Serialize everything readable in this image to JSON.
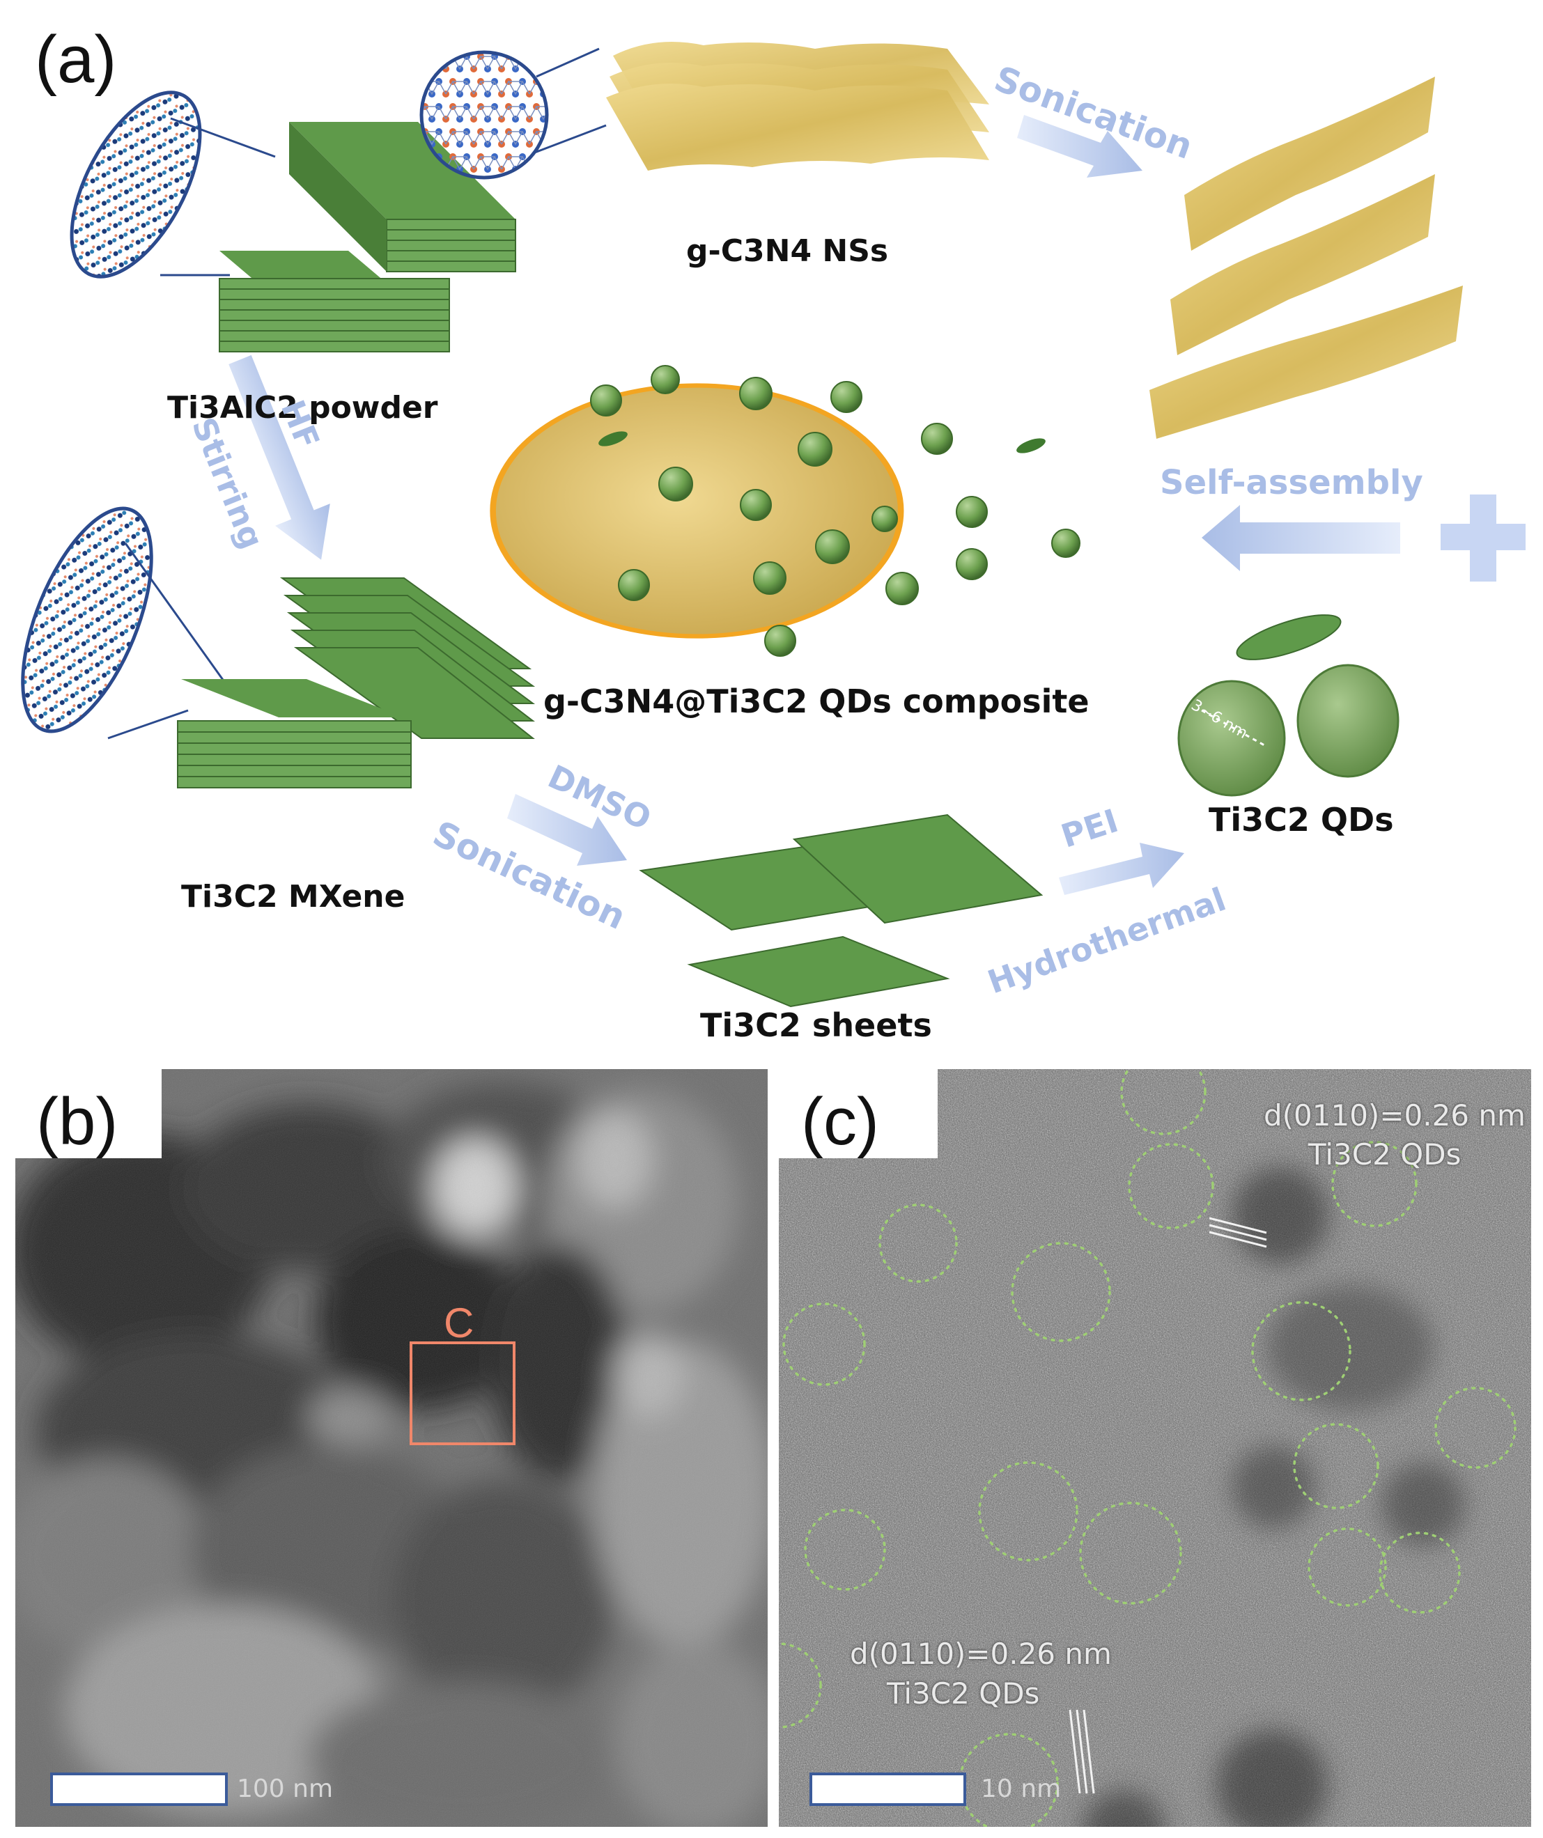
{
  "panel_a": {
    "letter": "(a)",
    "labels": {
      "ti3alc2": "Ti3AlC2 powder",
      "gc3n4": "g-C3N4 NSs",
      "mxene": "Ti3C2 MXene",
      "composite": "g-C3N4@Ti3C2 QDs composite",
      "qds": "Ti3C2 QDs",
      "sheets": "Ti3C2 sheets",
      "qd_size": "3~6 nm"
    },
    "process": {
      "sonication_top": "Sonication",
      "hf": "HF",
      "stirring": "Stirring",
      "self_assembly": "Self-assembly",
      "dmso": "DMSO",
      "sonication_bottom": "Sonication",
      "pei": "PEI",
      "hydrothermal": "Hydrothermal"
    },
    "colors": {
      "green": "#5f9a4a",
      "gold": "#e2c873",
      "arrow": "#b8c9ee",
      "process_text": "#a9bde6"
    }
  },
  "panel_b": {
    "letter": "(b)",
    "region_label": "C",
    "scale": "100 nm"
  },
  "panel_c": {
    "letter": "(c)",
    "annotation_top": {
      "d": "d(0110)=0.26 nm",
      "name": "Ti3C2 QDs"
    },
    "annotation_bottom": {
      "d": "d(0110)=0.26 nm",
      "name": "Ti3C2 QDs"
    },
    "scale": "10 nm"
  }
}
